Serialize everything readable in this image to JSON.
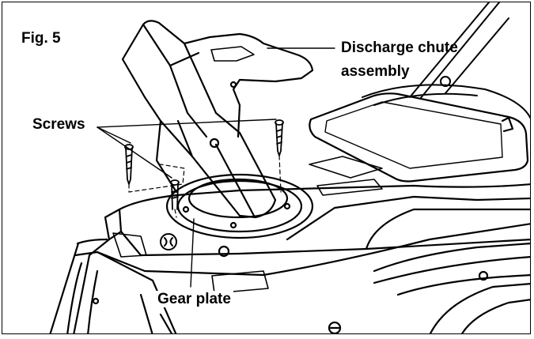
{
  "figure": {
    "number_label": "Fig. 5"
  },
  "callouts": {
    "discharge_chute_line1": "Discharge chute",
    "discharge_chute_line2": "assembly",
    "screws": "Screws",
    "gear_plate": "Gear plate"
  },
  "colors": {
    "line": "#000000",
    "background": "#ffffff"
  }
}
